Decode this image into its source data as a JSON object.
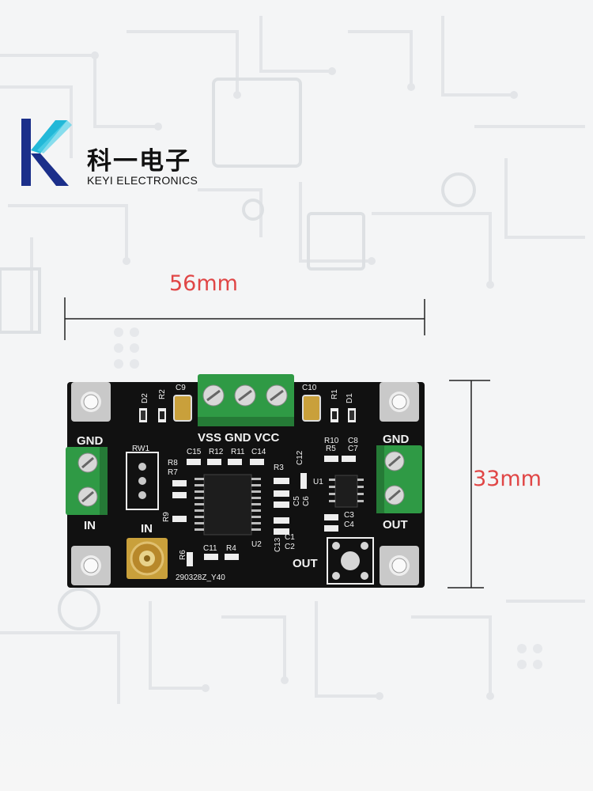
{
  "brand": {
    "name_cn": "科一电子",
    "name_en": "KEYI ELECTRONICS",
    "logo_color_dark": "#1b2f8a",
    "logo_color_light": "#22b8d8"
  },
  "dimensions": {
    "width_label": "56mm",
    "height_label": "33mm",
    "label_color": "#e04646"
  },
  "board": {
    "pcb_color": "#111111",
    "terminal_color": "#2f9a45",
    "power_labels": "VSS GND VCC",
    "left_gnd": "GND",
    "left_in": "IN",
    "right_gnd": "GND",
    "right_out": "OUT",
    "sma_in": "IN",
    "button_out": "OUT",
    "part_code": "290328Z_Y40",
    "components": {
      "d2": "D2",
      "r2": "R2",
      "c9": "C9",
      "c10": "C10",
      "r1": "R1",
      "d1": "D1",
      "rw1": "RW1",
      "c15": "C15",
      "r12": "R12",
      "r11": "R11",
      "c14": "C14",
      "c12": "C12",
      "r10": "R10",
      "c8": "C8",
      "r5": "R5",
      "c7": "C7",
      "r8": "R8",
      "r7": "R7",
      "r3": "R3",
      "c5": "C5",
      "c6": "C6",
      "u1": "U1",
      "r9": "R9",
      "c3": "C3",
      "c4": "C4",
      "r6": "R6",
      "c11": "C11",
      "r4": "R4",
      "u2": "U2",
      "c13": "C13",
      "c1": "C1",
      "c2": "C2"
    }
  }
}
